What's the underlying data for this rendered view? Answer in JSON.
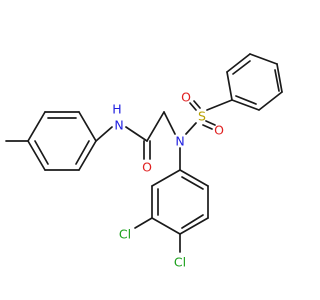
{
  "molecule": {
    "atoms": {
      "nh": "H",
      "n_amide": "N",
      "o_carbonyl": "O",
      "n_sulfonamide": "N",
      "s": "S",
      "o_sulfonyl_1": "O",
      "o_sulfonyl_2": "O",
      "cl_1": "Cl",
      "cl_2": "Cl"
    },
    "colors": {
      "bond": "#1a1a1a",
      "nitrogen": "#2020e0",
      "oxygen": "#e02020",
      "sulfur": "#b8a000",
      "chlorine": "#1aa01a",
      "hydrogen": "#2020e0"
    }
  }
}
